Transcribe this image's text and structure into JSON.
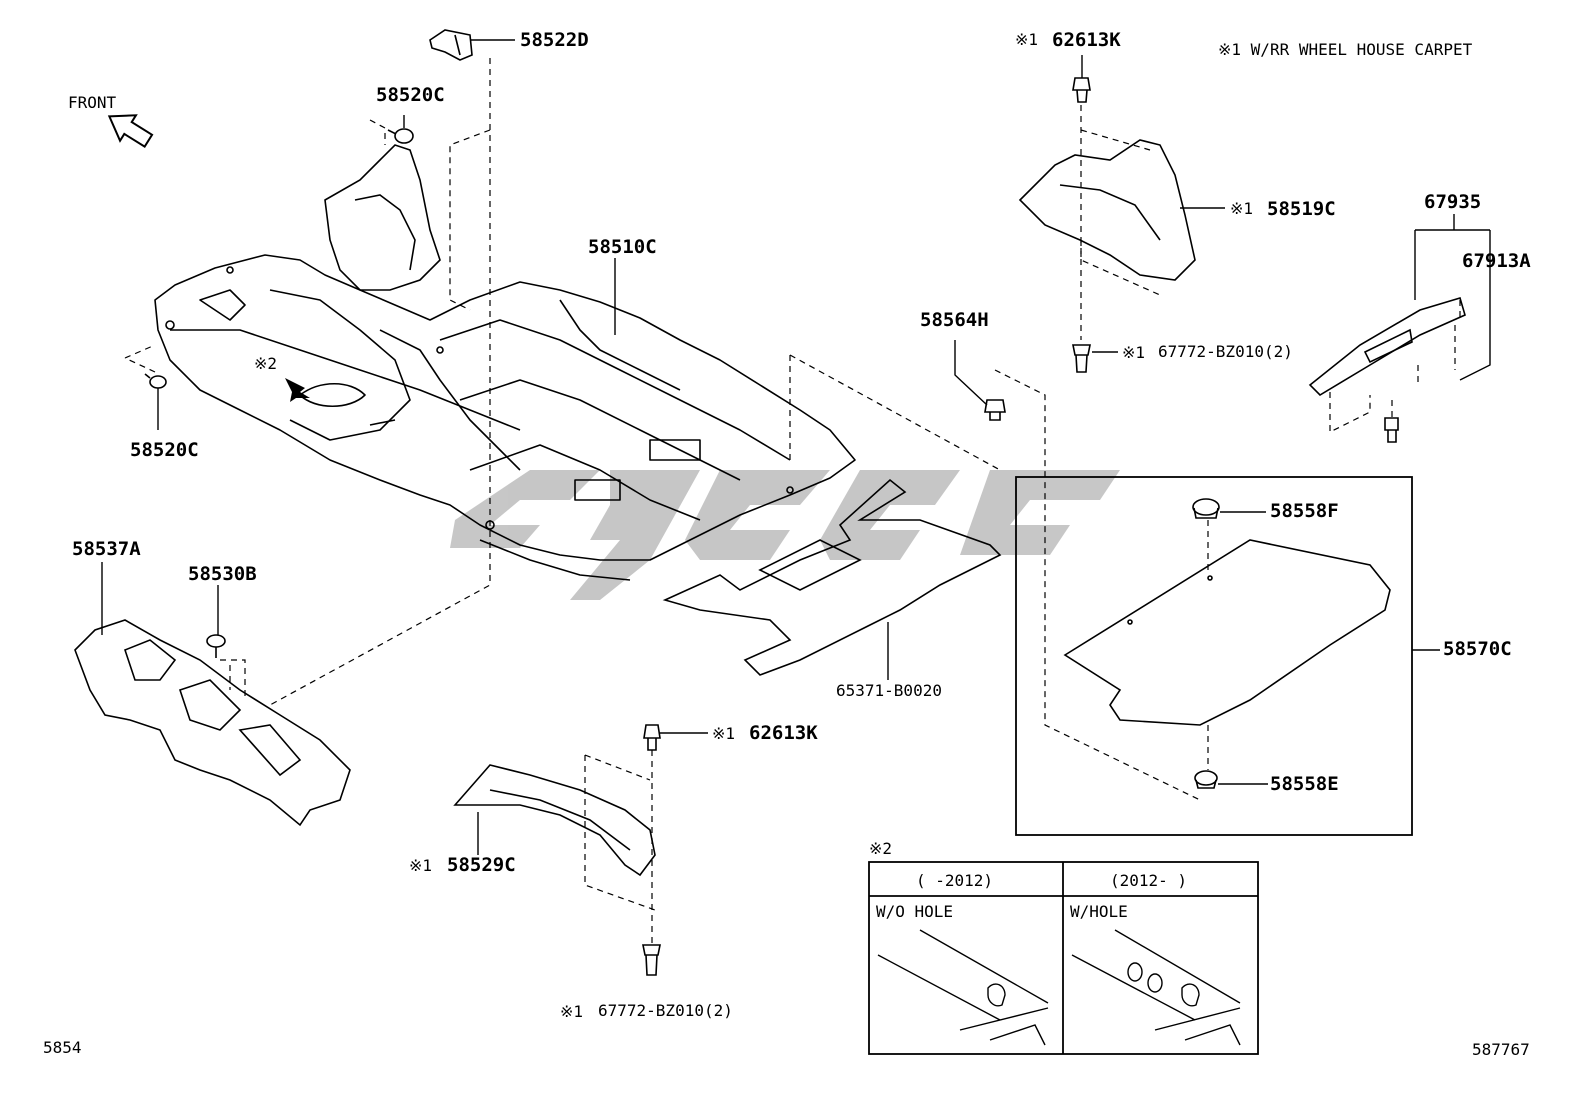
{
  "note_wheel_house": "※1 W/RR WHEEL HOUSE CARPET",
  "front_label": "FRONT",
  "parts": {
    "p58522D": "58522D",
    "p58520C_top": "58520C",
    "p58520C_left": "58520C",
    "p58510C": "58510C",
    "p58537A": "58537A",
    "p58530B": "58530B",
    "p65371": "65371-B0020",
    "p62613K_top": "62613K",
    "p58519C": "58519C",
    "p67772_top": "67772-BZ010(2)",
    "p58564H": "58564H",
    "p67935": "67935",
    "p67913A": "67913A",
    "p58558F": "58558F",
    "p58570C": "58570C",
    "p58558E": "58558E",
    "p62613K_mid": "62613K",
    "p58529C": "58529C",
    "p67772_bottom": "67772-BZ010(2)"
  },
  "markers": {
    "mark1": "※1",
    "mark2": "※2"
  },
  "inset": {
    "marker": "※2",
    "col1_header": "(     -2012)",
    "col2_header": "(2012-     )",
    "col1_label": "W/O HOLE",
    "col2_label": "W/HOLE"
  },
  "corner_left": "5854",
  "corner_right": "587767",
  "colors": {
    "ink": "#000000",
    "watermark": "#b8b8b8"
  }
}
